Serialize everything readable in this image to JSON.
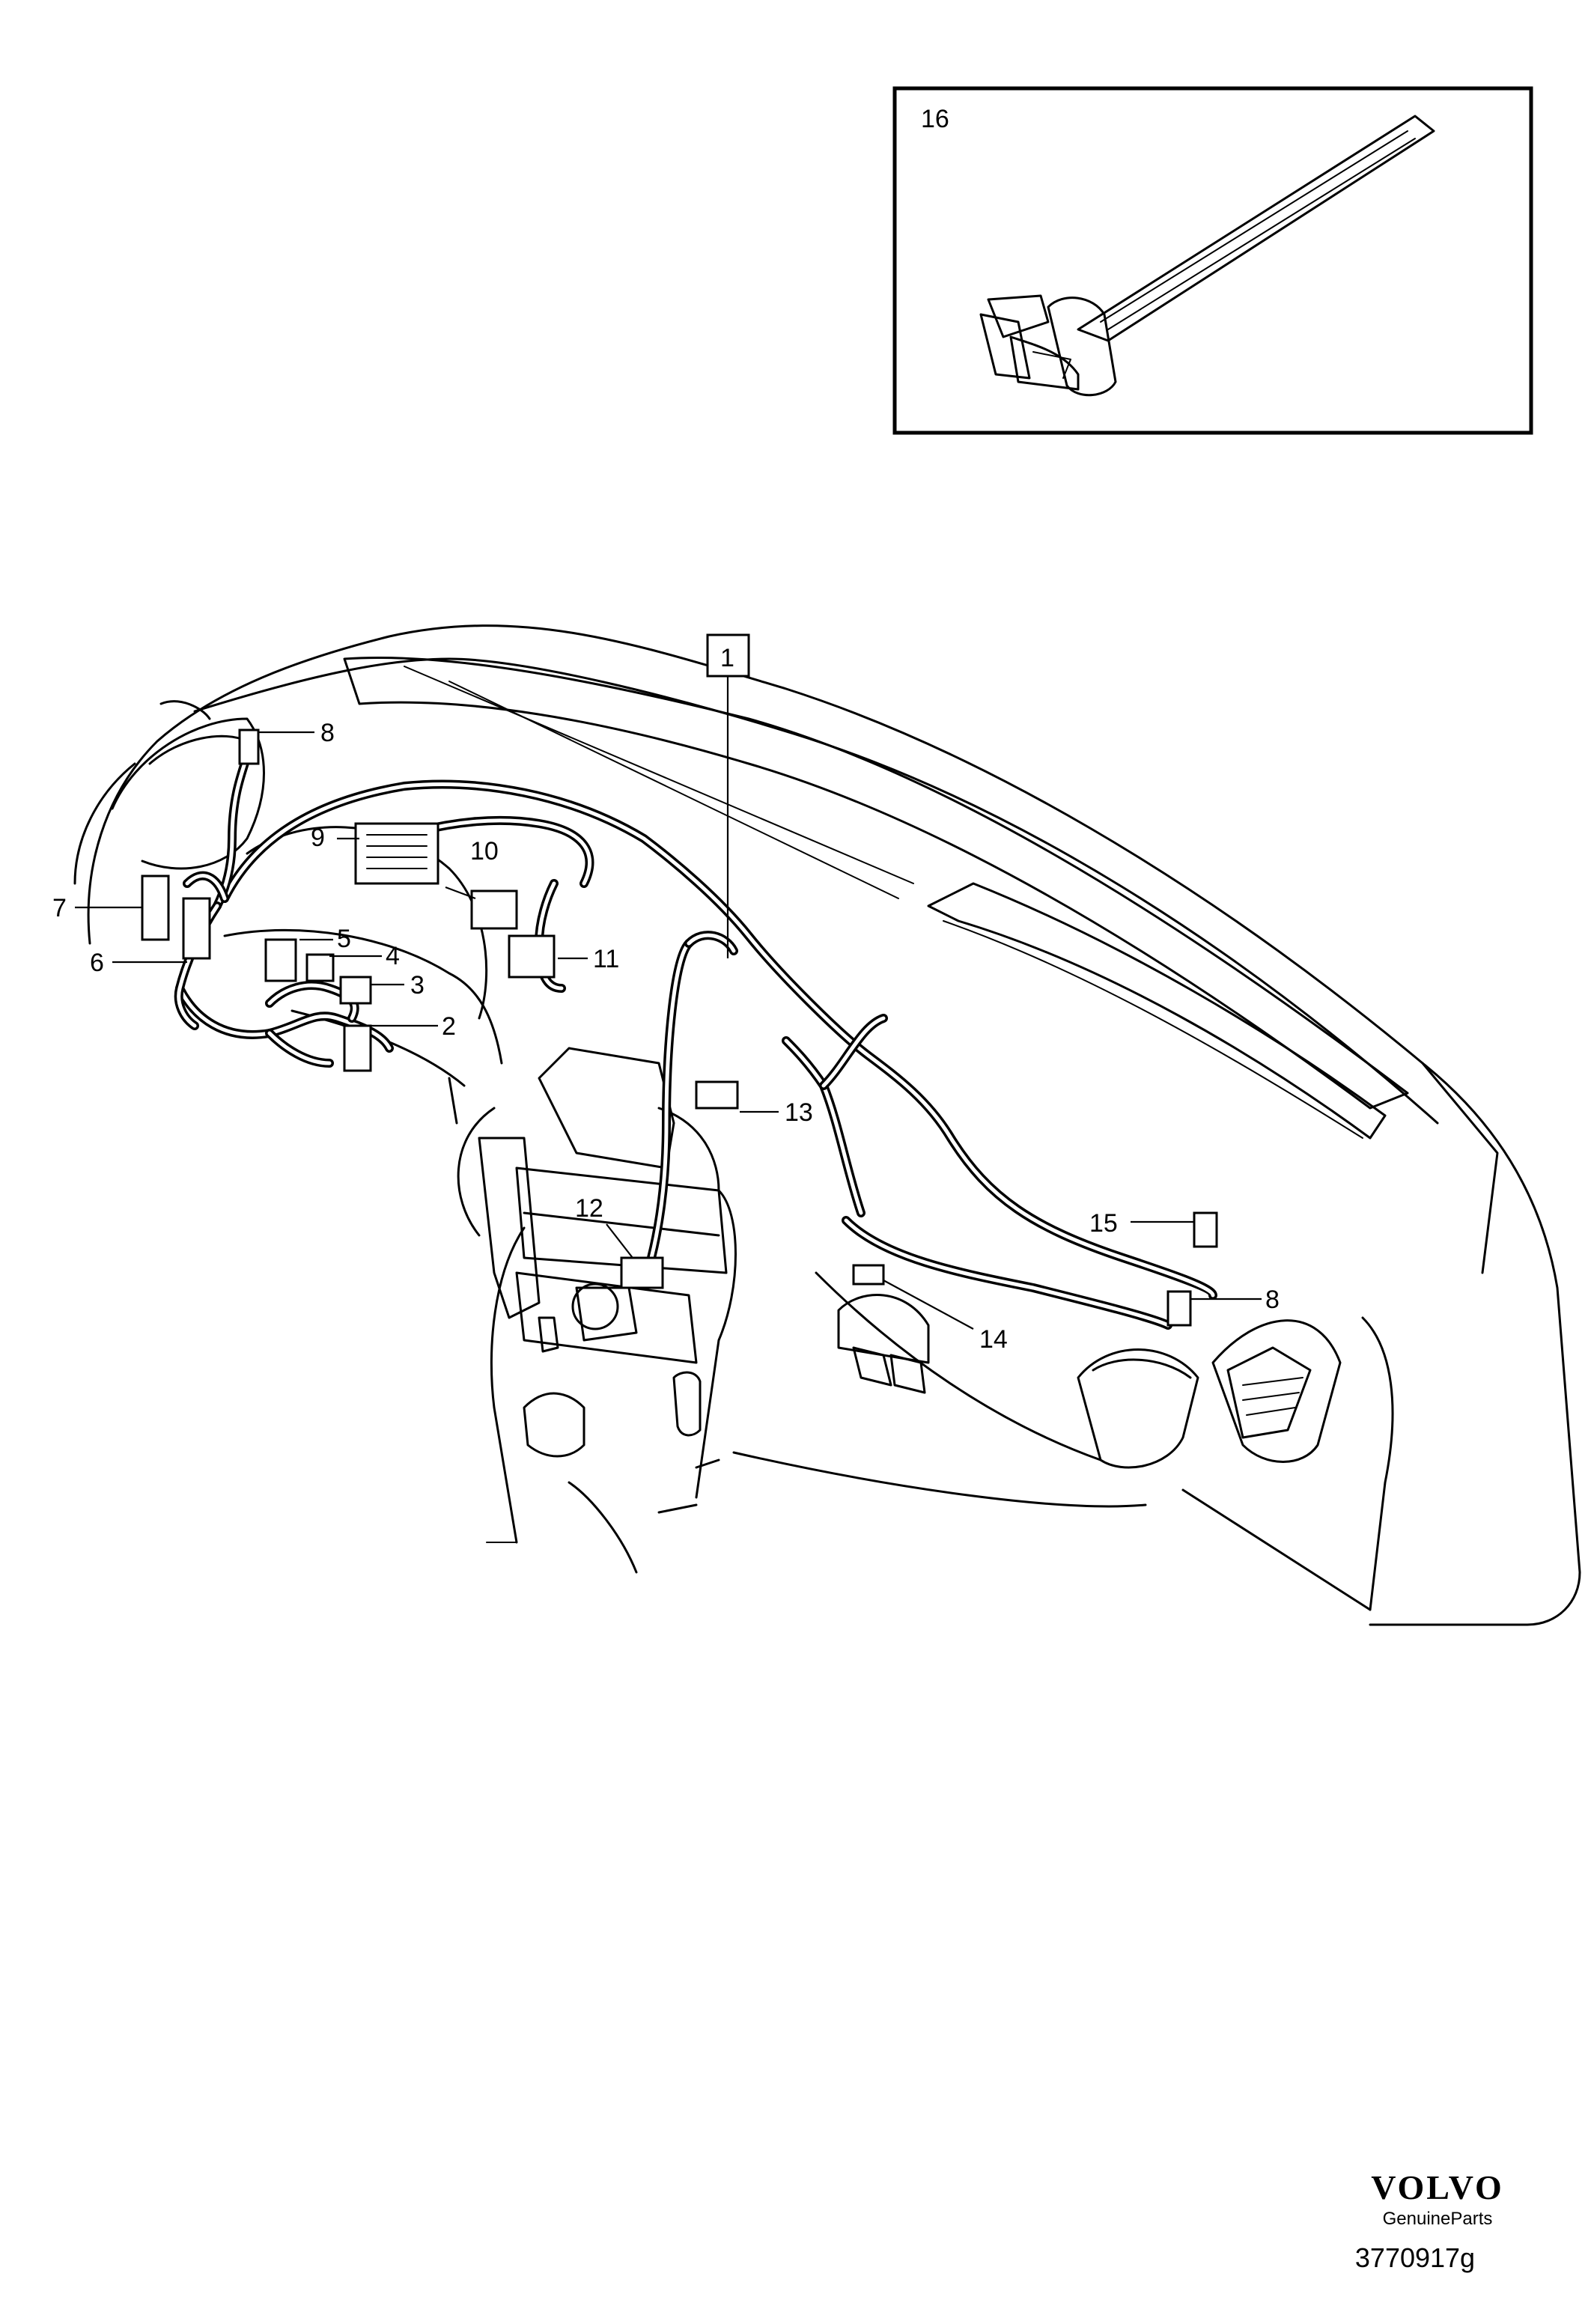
{
  "callouts": {
    "c1": "1",
    "c2": "2",
    "c3": "3",
    "c4": "4",
    "c5": "5",
    "c6": "6",
    "c7": "7",
    "c8_left": "8",
    "c8_right": "8",
    "c9": "9",
    "c10": "10",
    "c11": "11",
    "c12": "12",
    "c13": "13",
    "c14": "14",
    "c15": "15",
    "c16": "16"
  },
  "branding": {
    "logo_text": "VOLVO",
    "tagline": "GenuineParts",
    "drawing_number": "3770917g"
  }
}
